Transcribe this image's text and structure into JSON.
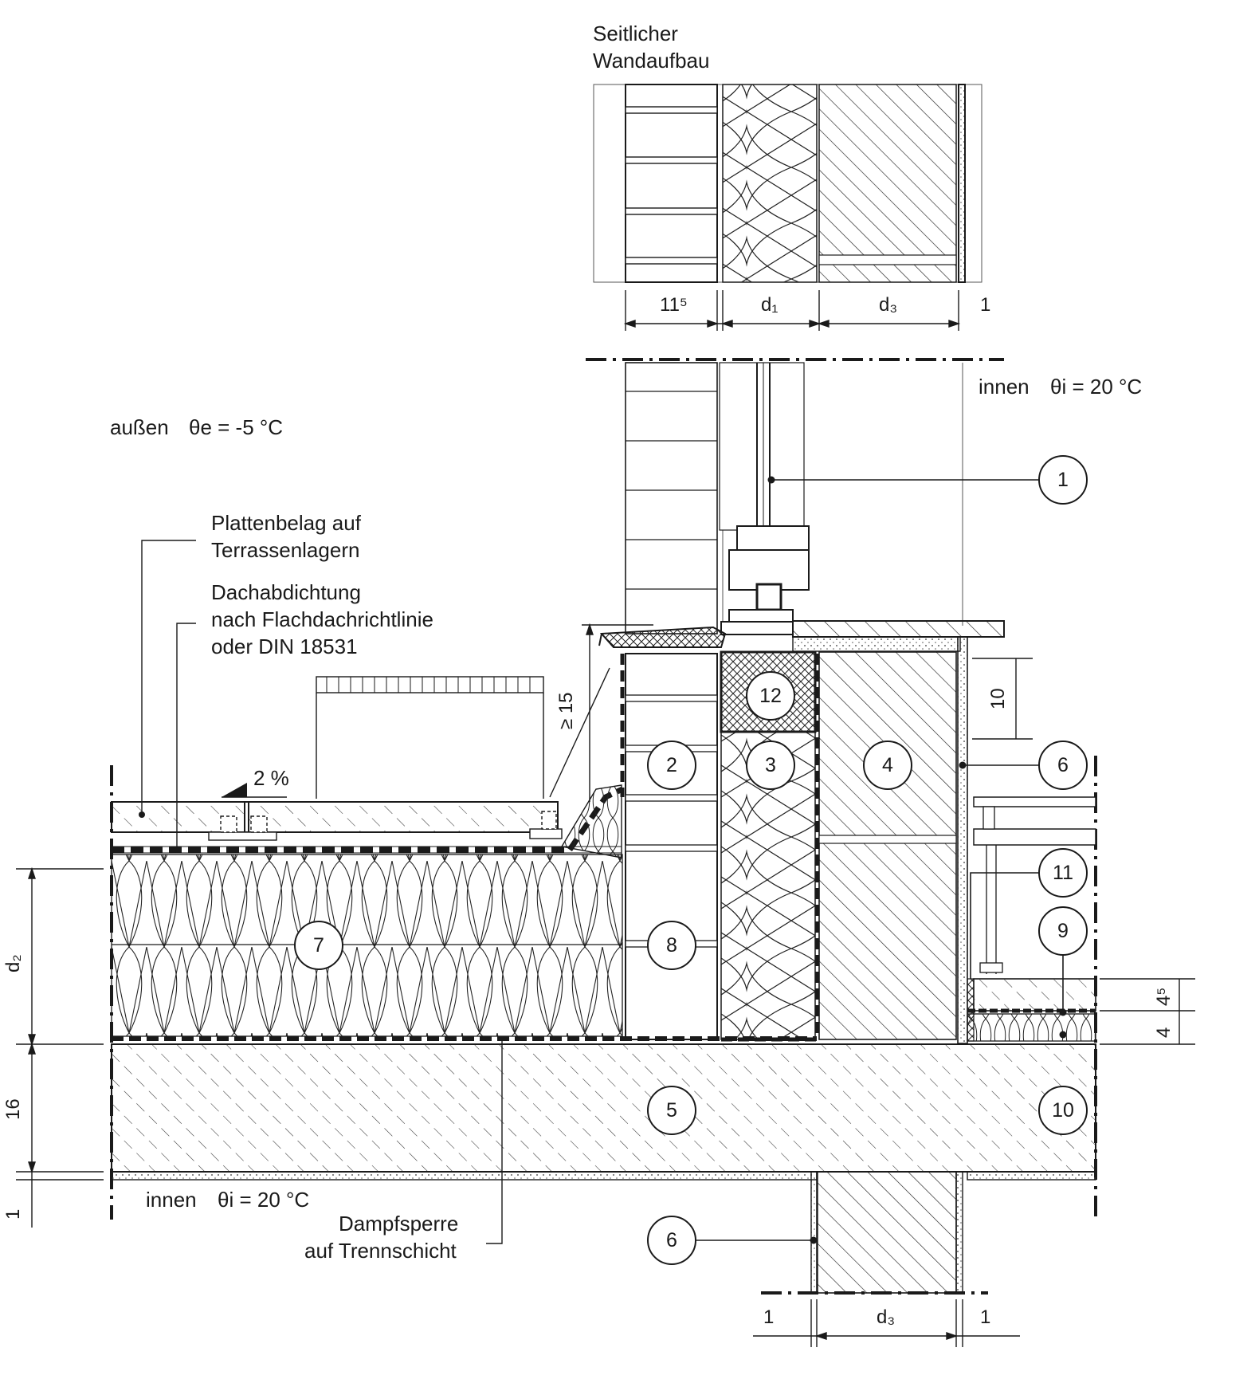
{
  "titles": {
    "side_wall_line1": "Seitlicher",
    "side_wall_line2": "Wandaufbau"
  },
  "climate": {
    "outside_word": "außen",
    "outside_temp": "θe = -5 °C",
    "inside_word": "innen",
    "inside_temp": "θi = 20 °C"
  },
  "labels": {
    "paving_line1": "Plattenbelag auf",
    "paving_line2": "Terrassenlagern",
    "waterproof_line1": "Dachabdichtung",
    "waterproof_line2": "nach Flachdachrichtlinie",
    "waterproof_line3": "oder DIN 18531",
    "vapour_line1": "Dampfsperre",
    "vapour_line2": "auf Trennschicht",
    "slope": "2 %"
  },
  "dimensions": {
    "top_brick": "11⁵",
    "top_d1": "d₁",
    "top_d3": "d₃",
    "top_one": "1",
    "upstand": "≥ 15",
    "ten": "10",
    "d2": "d₂",
    "slab": "16",
    "ceiling": "1",
    "screed": "4⁵",
    "insulation": "4",
    "bottom_left_one": "1",
    "bottom_d3": "d₃",
    "bottom_right_one": "1"
  },
  "callouts": [
    "1",
    "2",
    "3",
    "4",
    "5",
    "6",
    "7",
    "8",
    "9",
    "10",
    "11",
    "12"
  ],
  "colors": {
    "ink": "#1a1a1a",
    "paper": "#ffffff"
  }
}
